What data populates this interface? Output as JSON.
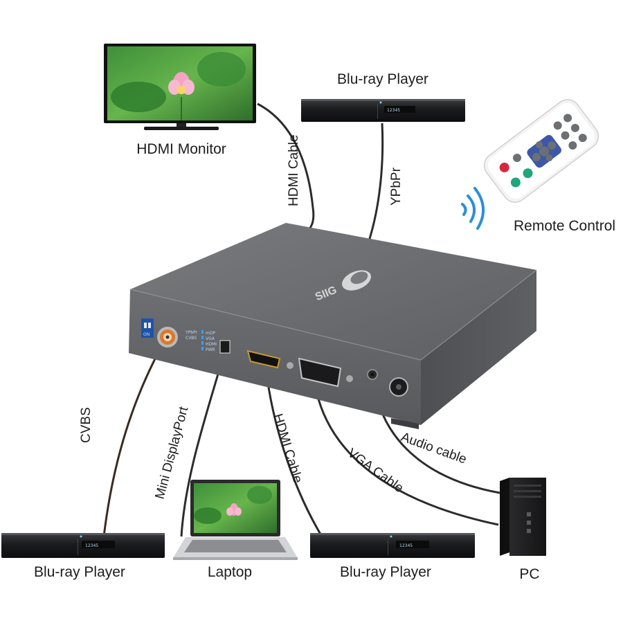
{
  "labels": {
    "hdmi_monitor": "HDMI Monitor",
    "bluray_top": "Blu-ray Player",
    "remote_control": "Remote Control",
    "bluray_left": "Blu-ray Player",
    "laptop": "Laptop",
    "bluray_bottom": "Blu-ray Player",
    "pc": "PC"
  },
  "cables": {
    "hdmi_top": "HDMI Cable",
    "ypbpr": "YPbPr",
    "cvbs": "CVBS",
    "mini_dp": "Mini DisplayPort",
    "hdmi_bottom": "HDMI Cable",
    "vga": "VGA Cable",
    "audio": "Audio cable"
  },
  "device": {
    "brand": "SIIG",
    "dip_label": "ON",
    "leds": [
      "YPbPr",
      "CVBS"
    ],
    "leds2": [
      "mDP",
      "VGA",
      "HDMI",
      "PWR"
    ]
  },
  "bluray_display": "12345",
  "colors": {
    "device_body": "#6b6c6e",
    "cable_dark": "#2b2b2b",
    "cvbs_cable": "#3a2a22",
    "remote_blue": "#3d57a8",
    "remote_red": "#d7263d",
    "remote_green": "#1fa67a",
    "signal_blue": "#2a8fd8"
  }
}
